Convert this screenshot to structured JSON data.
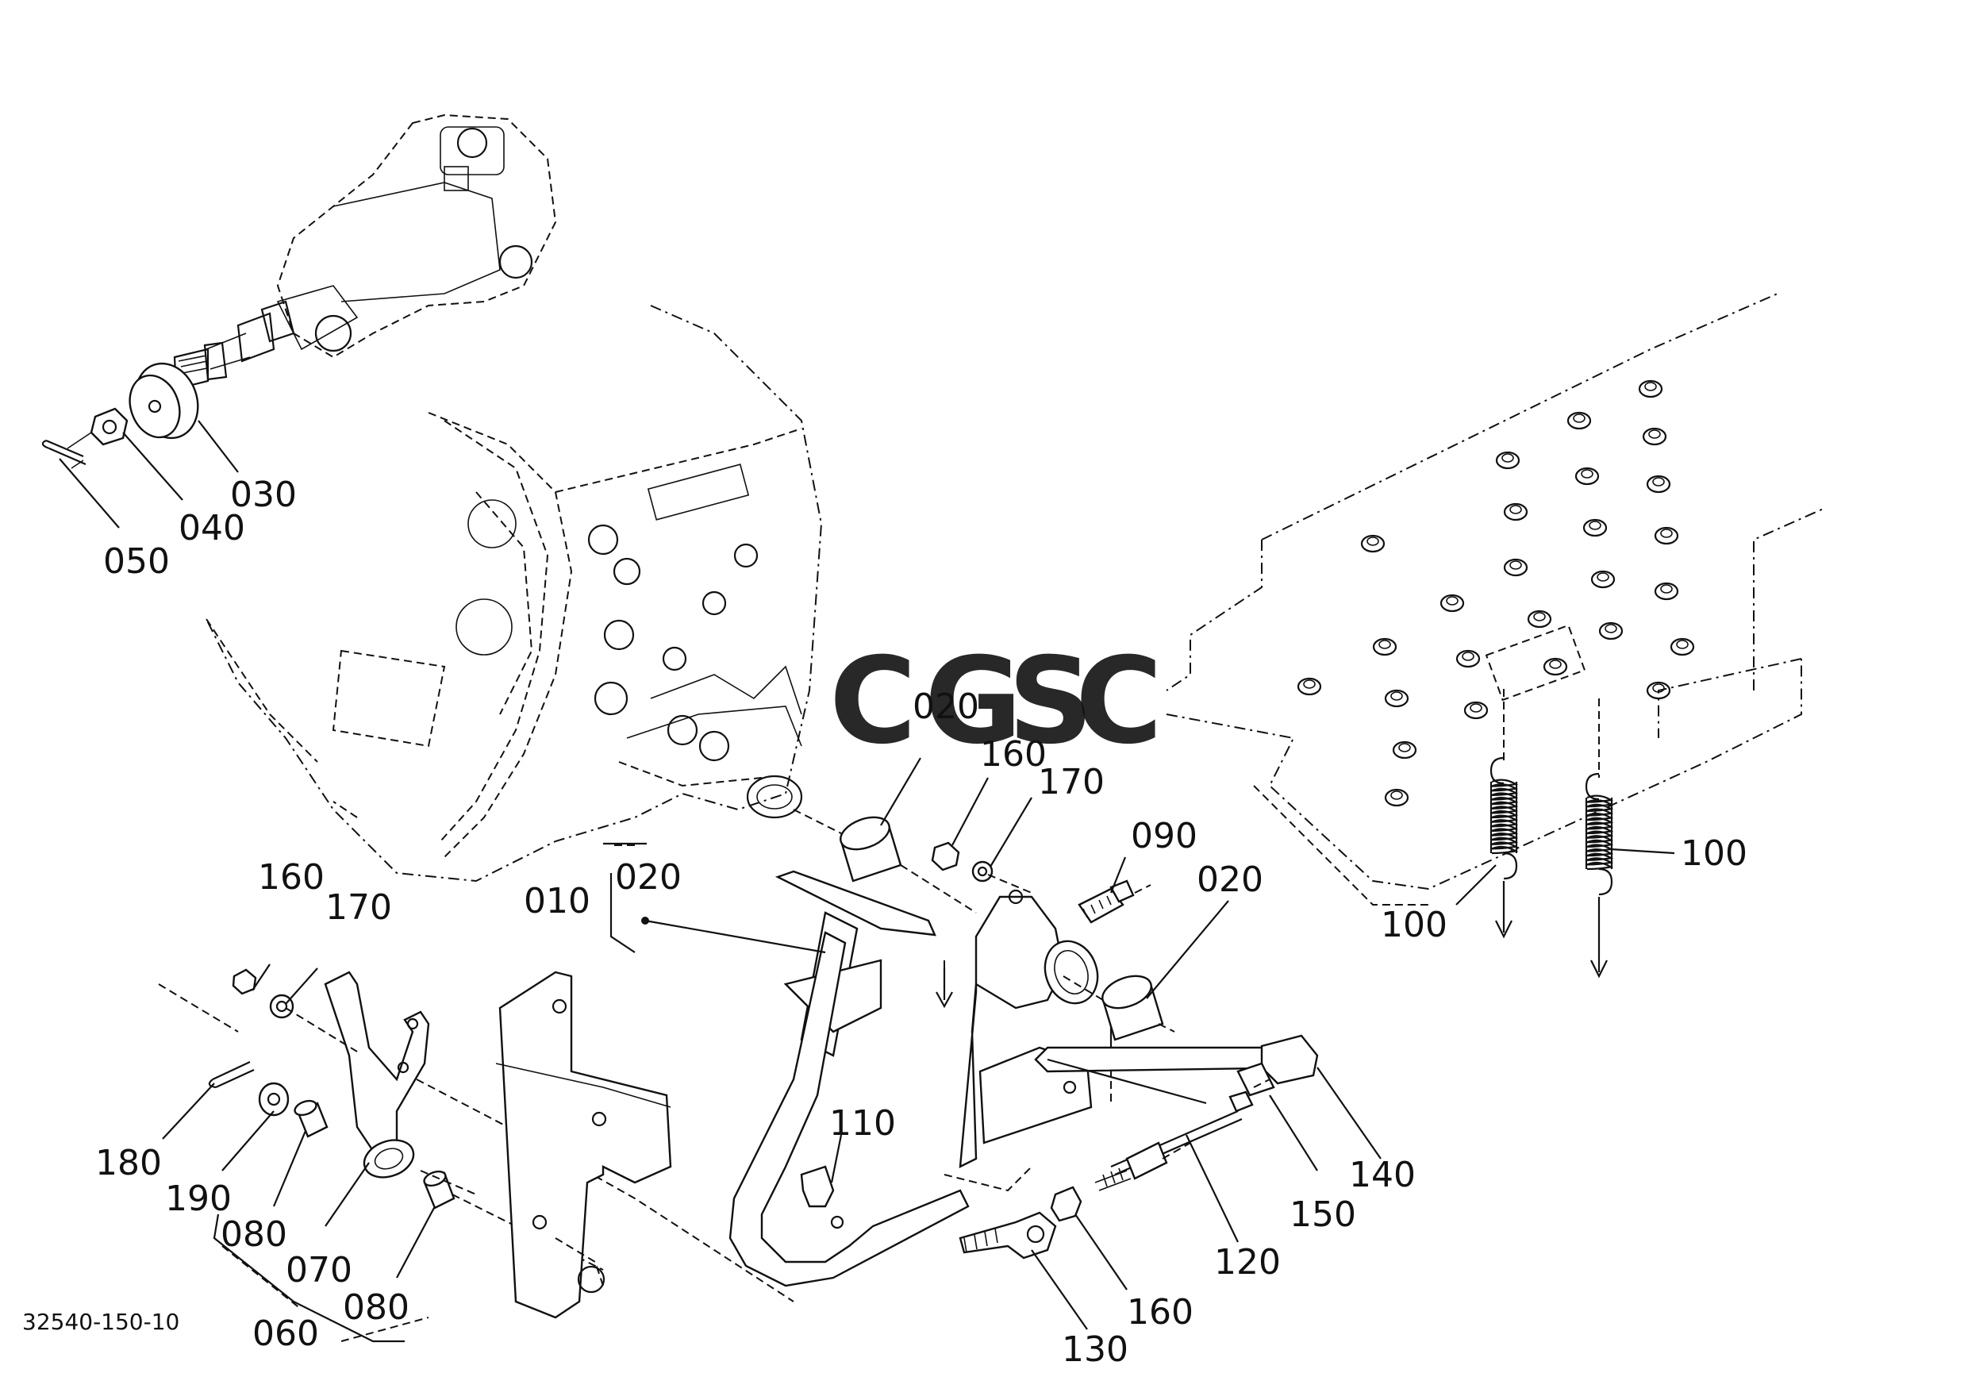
{
  "figure_number": "32540-150-10",
  "watermark": {
    "letters": [
      "C",
      "G",
      "S",
      "C"
    ],
    "colors": [
      "#5b8ff0",
      "#f07a73",
      "#f7d04a",
      "#5bb07f"
    ]
  },
  "callouts": {
    "c010": "010",
    "c020_watermark": "020",
    "c020_lower": "020",
    "c020_right": "020",
    "c030": "030",
    "c040": "040",
    "c050": "050",
    "c060": "060",
    "c070": "070",
    "c080_upper": "080",
    "c080_lower": "080",
    "c090": "090",
    "c100_left": "100",
    "c100_right": "100",
    "c110": "110",
    "c120": "120",
    "c130": "130",
    "c140": "140",
    "c150": "150",
    "c160_left": "160",
    "c160_mid": "160",
    "c160_bottom": "160",
    "c170_left": "170",
    "c170_mid": "170",
    "c180": "180",
    "c190": "190"
  }
}
